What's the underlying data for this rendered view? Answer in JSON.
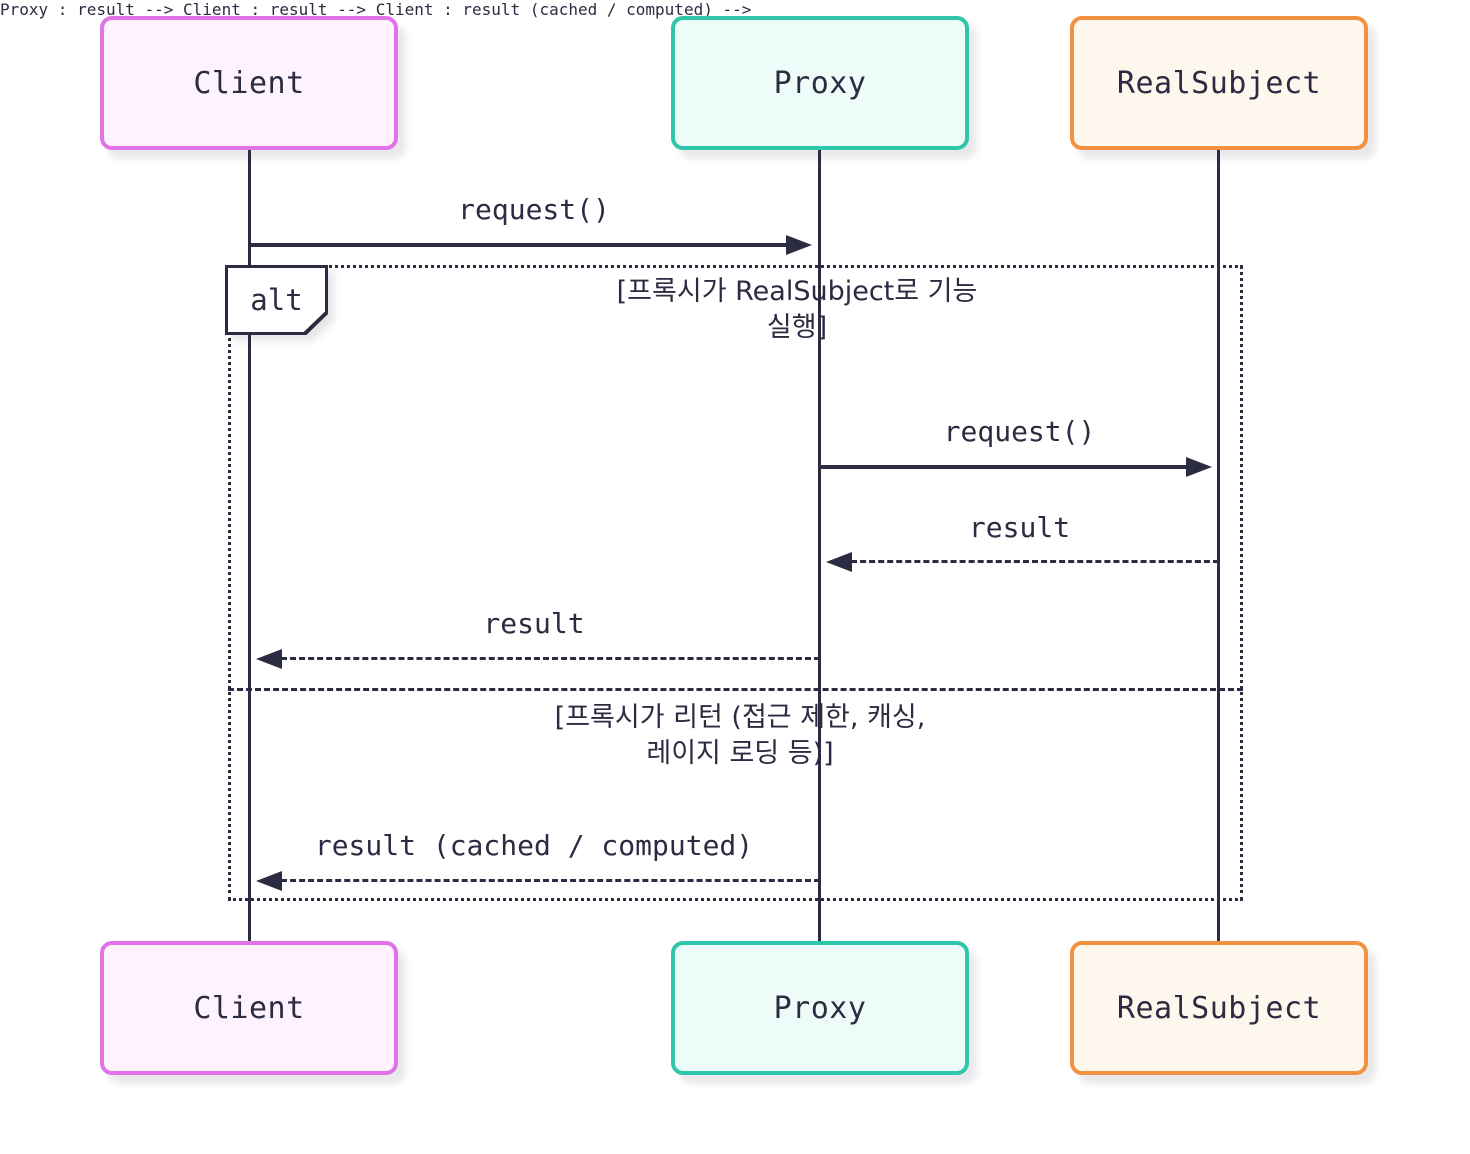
{
  "diagram": {
    "type": "sequence-diagram",
    "pattern": "Proxy",
    "participants": [
      {
        "id": "client",
        "label": "Client",
        "border_color": "#e273e6",
        "fill_color": "#fdf2fd"
      },
      {
        "id": "proxy",
        "label": "Proxy",
        "border_color": "#30c6ab",
        "fill_color": "#eefcf9"
      },
      {
        "id": "realsubject",
        "label": "RealSubject",
        "border_color": "#f29241",
        "fill_color": "#fdf7ed"
      }
    ],
    "messages": [
      {
        "from": "client",
        "to": "proxy",
        "label": "request()",
        "style": "solid"
      },
      {
        "from": "proxy",
        "to": "realsubject",
        "label": "request()",
        "style": "solid"
      },
      {
        "from": "realsubject",
        "to": "proxy",
        "label": "result",
        "style": "dashed"
      },
      {
        "from": "proxy",
        "to": "client",
        "label": "result",
        "style": "dashed"
      },
      {
        "from": "proxy",
        "to": "client",
        "label": "result (cached / computed)",
        "style": "dashed"
      }
    ],
    "alt_frame": {
      "operator": "alt",
      "sections": [
        {
          "condition_line1": "[프록시가 RealSubject로 기능",
          "condition_line2": "실행]"
        },
        {
          "condition_line1": "[프록시가 리턴 (접근 제한, 캐싱,",
          "condition_line2": "레이지 로딩 등)]"
        }
      ]
    },
    "colors": {
      "ink": "#2b2b42",
      "client_border": "#e273e6",
      "client_fill": "#fdf2fd",
      "proxy_border": "#30c6ab",
      "proxy_fill": "#eefcf9",
      "real_border": "#f29241",
      "real_fill": "#fdf7ed"
    }
  }
}
